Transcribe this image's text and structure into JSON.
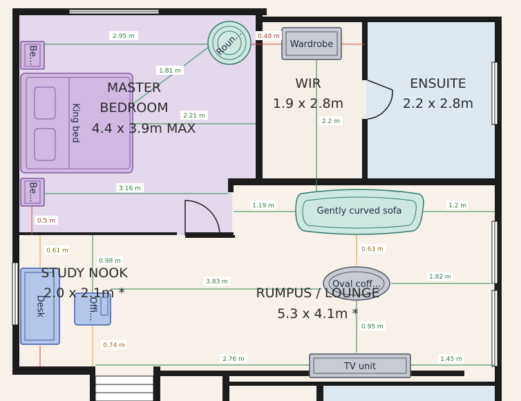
{
  "rooms": {
    "master": {
      "name_line1": "MASTER",
      "name_line2": "BEDROOM",
      "size": "4.4 x 3.9m MAX"
    },
    "wir": {
      "name": "WIR",
      "size": "1.9 x 2.8m"
    },
    "ensuite": {
      "name": "ENSUITE",
      "size": "2.2 x 2.8m"
    },
    "study": {
      "name": "STUDY NOOK",
      "size": "2.0 x 2.1m *"
    },
    "rumpus": {
      "name": "RUMPUS / LOUNGE",
      "size": "5.3 x 4.1m *"
    }
  },
  "furniture": {
    "bedside_top": "Be...",
    "bedside_bottom": "Be...",
    "king_bed": "King bed",
    "round_table": "Roun...",
    "wardrobe": "Wardrobe",
    "sofa": "Gently curved sofa",
    "oval_coffee": "Oval coff...",
    "desk": "Desk",
    "office_chair": "Offi...",
    "tv_unit": "TV unit"
  },
  "dimensions": {
    "d_295": "2.95 m",
    "d_048": "0.48 m",
    "d_181": "1.81 m",
    "d_221": "2.21 m",
    "d_22": "2.2 m",
    "d_316": "3.16 m",
    "d_05": "0.5 m",
    "d_119": "1.19 m",
    "d_12": "1.2 m",
    "d_061": "0.61 m",
    "d_098": "0.98 m",
    "d_063": "0.63 m",
    "d_383": "3.83 m",
    "d_182": "1.82 m",
    "d_095": "0.95 m",
    "d_074": "0.74 m",
    "d_276": "2.76 m",
    "d_145": "1.45 m"
  }
}
